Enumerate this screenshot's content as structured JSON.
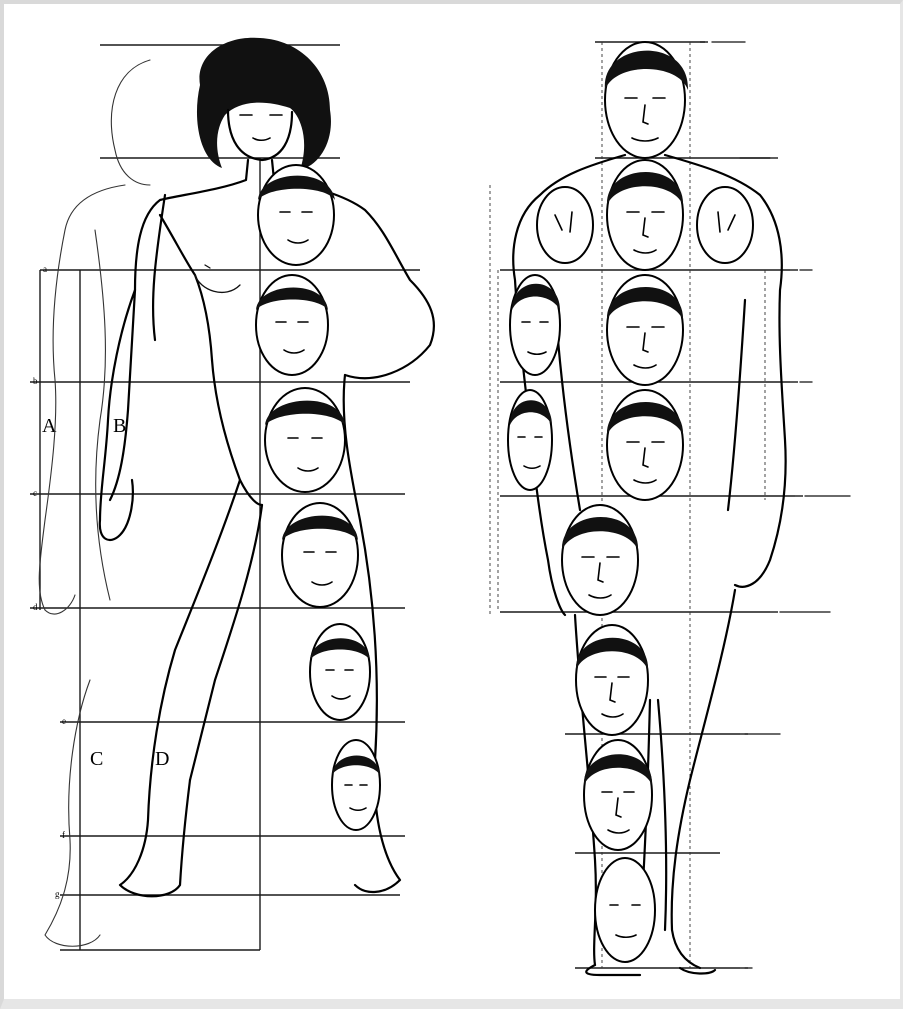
{
  "figure": {
    "left_figure_region_letters": [
      "A",
      "B",
      "C",
      "D"
    ],
    "left_guide_count": 10,
    "right_guide_count": 9,
    "right_head_units": 8,
    "colors": {
      "ink": "#000000",
      "paper": "#ffffff",
      "frame": "#d9d9d9"
    }
  }
}
